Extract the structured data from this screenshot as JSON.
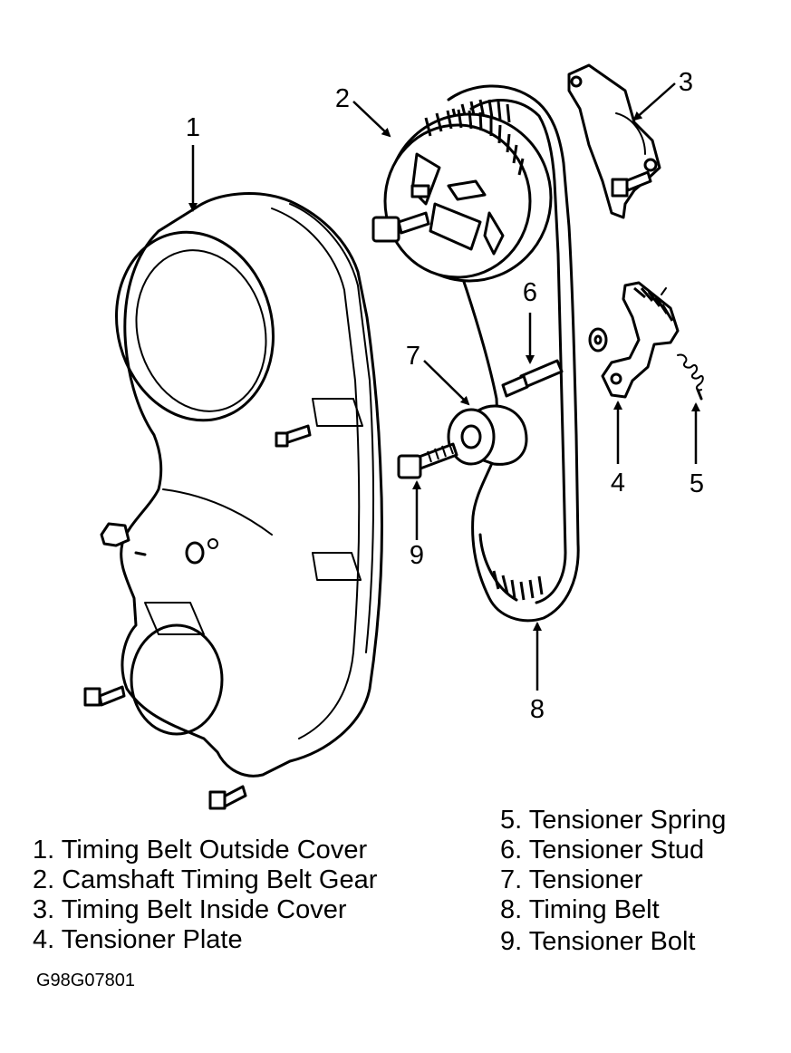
{
  "callouts": {
    "c1": "1",
    "c2": "2",
    "c3": "3",
    "c4": "4",
    "c5": "5",
    "c6": "6",
    "c7": "7",
    "c8": "8",
    "c9": "9"
  },
  "legend": {
    "left": [
      "1. Timing Belt Outside Cover",
      "2. Camshaft Timing Belt Gear",
      "3. Timing Belt Inside Cover",
      "4. Tensioner Plate"
    ],
    "right": [
      "5. Tensioner Spring",
      "6. Tensioner Stud",
      "7. Tensioner",
      "8. Timing Belt",
      "9. Tensioner Bolt"
    ]
  },
  "figure_code": "G98G07801"
}
